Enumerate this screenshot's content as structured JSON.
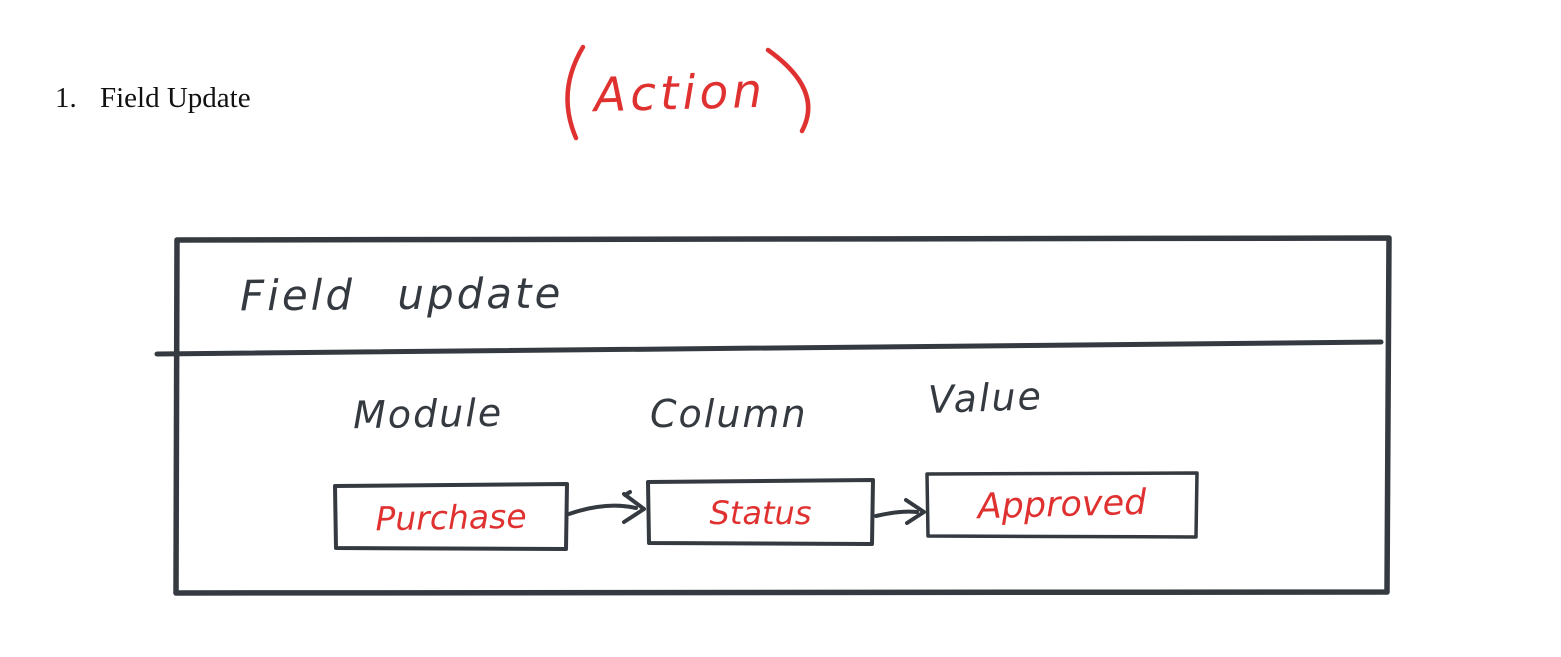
{
  "page": {
    "list_number": "1.",
    "list_label": "Field Update"
  },
  "annotation": {
    "action_label": "Action",
    "color": "#e03131"
  },
  "diagram": {
    "title": "Field update",
    "ink_color": "#343a40",
    "value_color": "#e03131",
    "columns": [
      {
        "label": "Module",
        "value": "Purchase"
      },
      {
        "label": "Column",
        "value": "Status"
      },
      {
        "label": "Value",
        "value": "Approved"
      }
    ],
    "flow": "Purchase -> Status -> Approved"
  }
}
